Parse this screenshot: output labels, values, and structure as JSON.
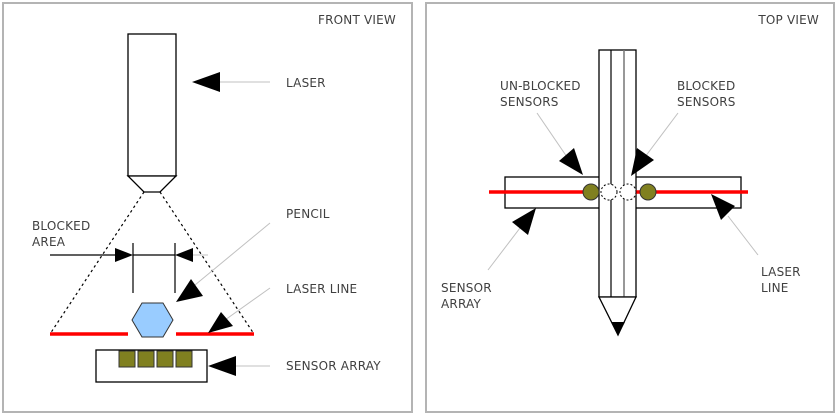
{
  "colors": {
    "panel_border": "#b4b4b4",
    "label_text": "#404040",
    "laser_line": "#ff0000",
    "pencil_fill": "#99ccff",
    "sensor_fill": "#808020",
    "leader_line": "#c0c0c0"
  },
  "front_view": {
    "title": "FRONT VIEW",
    "labels": {
      "laser": "LASER",
      "pencil": "PENCIL",
      "blocked_area_line1": "BLOCKED",
      "blocked_area_line2": "AREA",
      "laser_line": "LASER LINE",
      "sensor_array": "SENSOR ARRAY"
    },
    "sensor_count": 4
  },
  "top_view": {
    "title": "TOP VIEW",
    "labels": {
      "unblocked_line1": "UN-BLOCKED",
      "unblocked_line2": "SENSORS",
      "blocked_line1": "BLOCKED",
      "blocked_line2": "SENSORS",
      "sensor_array_line1": "SENSOR",
      "sensor_array_line2": "ARRAY",
      "laser_line_line1": "LASER",
      "laser_line_line2": "LINE"
    },
    "sensors": [
      {
        "state": "unblocked"
      },
      {
        "state": "blocked"
      },
      {
        "state": "blocked"
      },
      {
        "state": "unblocked"
      }
    ]
  }
}
